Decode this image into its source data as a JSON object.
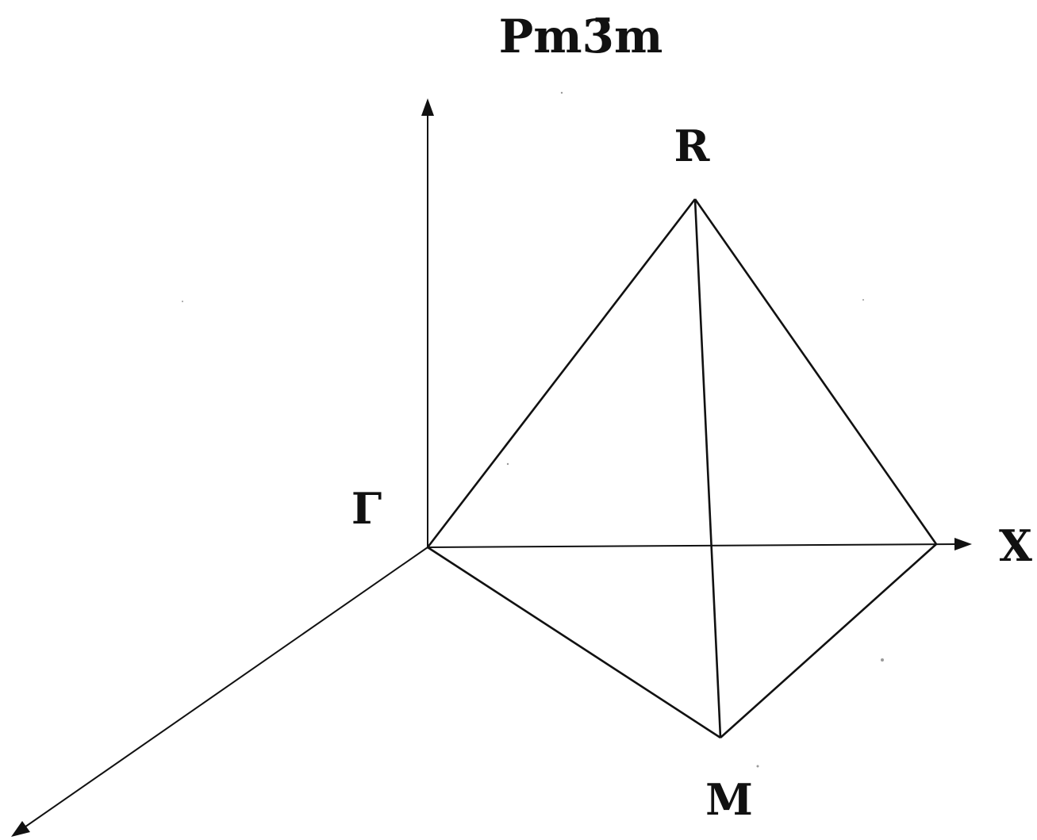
{
  "title": "Pm3̄m",
  "points": {
    "gamma": "Γ",
    "x": "X",
    "r": "R",
    "m": "M"
  },
  "colors": {
    "line": "#111111",
    "background": "#ffffff"
  }
}
